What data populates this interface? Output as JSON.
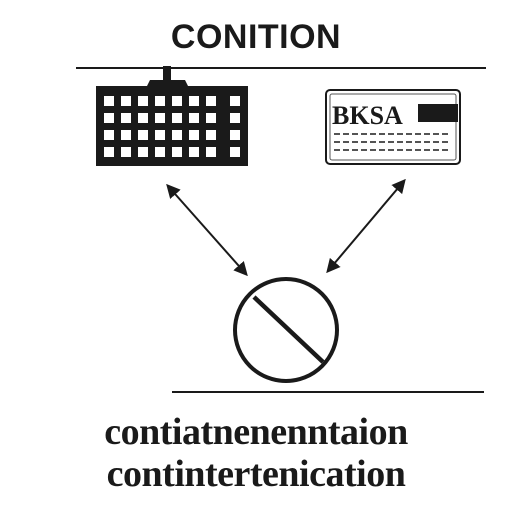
{
  "title": "CONITION",
  "captions": {
    "line1": "contiatnenenntaion",
    "line2": "contintertenication"
  },
  "card": {
    "text": "BKSA"
  },
  "icons": {
    "left": "office-building-icon",
    "right": "id-card-icon",
    "center": "prohibited-sign-icon",
    "arrows": "double-headed-arrow-icon"
  },
  "colors": {
    "ink": "#1a1a1a",
    "background": "#ffffff"
  }
}
